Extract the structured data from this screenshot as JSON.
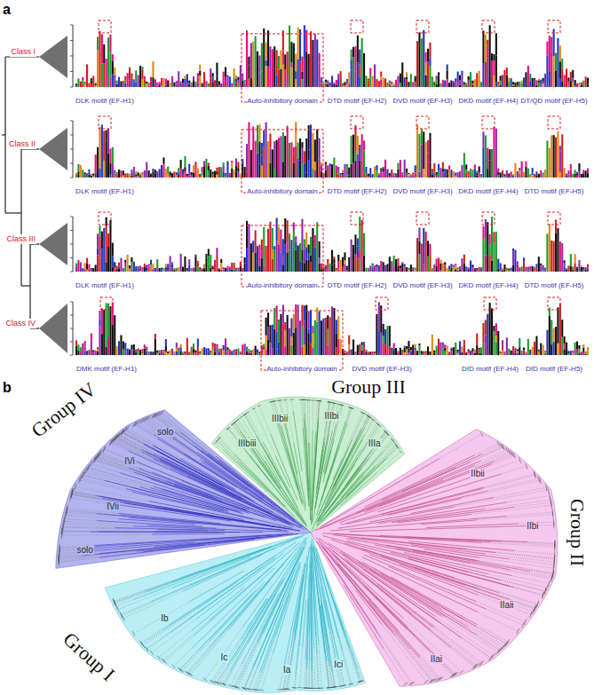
{
  "diagram": {
    "nodes": [
      {
        "text": [
          "Class I"
        ]
      },
      {
        "text": [
          "Class II"
        ]
      },
      {
        "text": [
          "Class III"
        ]
      },
      {
        "text": [
          "Class IV"
        ]
      },
      {
        "text": [
          "Group III"
        ]
      },
      {
        "text": [
          "Group IV"
        ]
      },
      {
        "text": [
          "Group II"
        ]
      },
      {
        "text": [
          "Group I"
        ]
      }
    ],
    "labels": [
      "a",
      "DLK motif (EF-H1)",
      "Auto-inhibitory domain",
      "DTD motif (EF-H2)",
      "DVD motif (EF-H3)",
      "DKD motif (EF-H4)",
      "DT/QD motif (EF-H5)",
      "DLK motif (EF-H1)",
      "Auto-inhibitory domain",
      "DTD motif (EF-H2)",
      "DVD motif (EF-H3)",
      "DKD motif (EF-H4)",
      "DTD motif (EF-H5)",
      "DLK motif (EF-H1)",
      "Auto-inhibitory domain",
      "DTD motif (EF-H2)",
      "DVD motif (EF-H3)",
      "DKD motif (EF-H4)",
      "DTD motif (EF-H5)",
      "DMK motif (EF-H1)",
      "Auto-inhibitory domain",
      "DVD motif (EF-H3)",
      "DID motif (EF-H4)",
      "DID motif (EF-H5)",
      "b",
      "IIIbiii",
      "IIIbii",
      "IIIbi",
      "IIIa",
      "IIbii",
      "IIbi",
      "IIaii",
      "IIai",
      "Ib",
      "Ic",
      "Ia",
      "Ici",
      "solo",
      "IVi",
      "IVii",
      "solo"
    ]
  }
}
